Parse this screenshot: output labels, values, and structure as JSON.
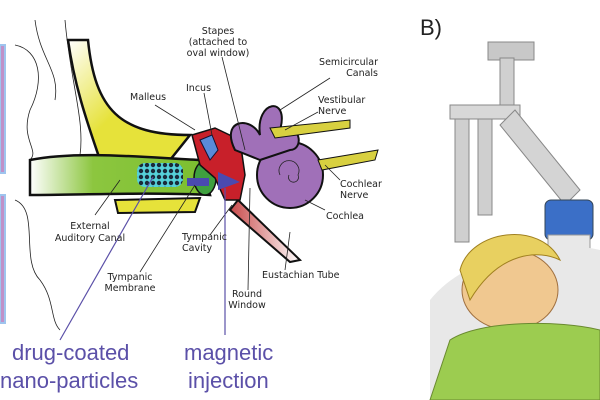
{
  "panel_a": {
    "labels": {
      "stapes": [
        "Stapes",
        "(attached to",
        "oval window)"
      ],
      "semicircular_canals": [
        "Semicircular",
        "Canals"
      ],
      "vestibular_nerve": [
        "Vestibular",
        "Nerve"
      ],
      "malleus": "Malleus",
      "incus": "Incus",
      "cochlear_nerve": [
        "Cochlear",
        "Nerve"
      ],
      "cochlea": "Cochlea",
      "external_auditory_canal": [
        "External",
        "Auditory Canal"
      ],
      "tympanic_cavity": [
        "Tympanic",
        "Cavity"
      ],
      "eustachian_tube": "Eustachian Tube",
      "tympanic_membrane": [
        "Tympanic",
        "Membrane"
      ],
      "round_window": [
        "Round",
        "Window"
      ]
    },
    "callouts": {
      "particles": [
        "drug-coated",
        "nano-particles"
      ],
      "injection": [
        "magnetic",
        "injection"
      ]
    },
    "colors": {
      "callout": "#5b50a8",
      "cochlea": "#a070b8",
      "ossicles": "#c8202a",
      "canal": "#8cc63f",
      "bone": "#e8e030"
    }
  },
  "panel_b": {
    "label": "B)"
  }
}
